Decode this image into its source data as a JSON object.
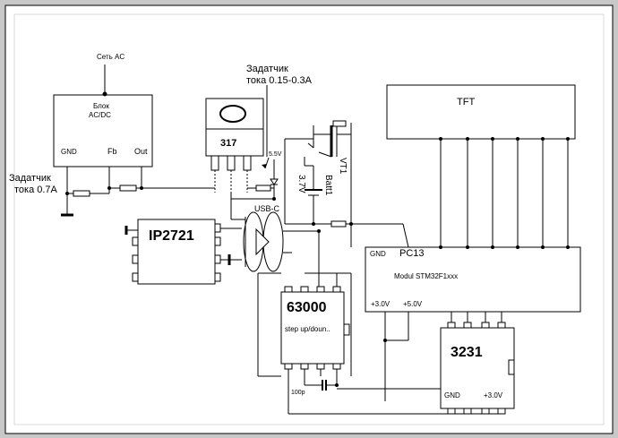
{
  "schematic": {
    "mains_label": "Сеть AC",
    "current_setter_top": [
      "Задатчик",
      "тока 0.15-0.3A"
    ],
    "current_setter_left": [
      "Задатчик",
      "тока 0.7A"
    ],
    "acdc_block": {
      "title": [
        "Блок",
        "AC/DC"
      ],
      "pin_gnd": "GND",
      "pin_fb": "Fb",
      "pin_out": "Out"
    },
    "regulator": {
      "label": "317"
    },
    "zener_voltage": "5.5V",
    "transistor": {
      "label": "VT1"
    },
    "battery": {
      "voltage": "3.7V",
      "label": "Batt1"
    },
    "usb_label": "USB-C",
    "charger_ic": {
      "label": "IP2721"
    },
    "tft": {
      "label": "TFT"
    },
    "mcu": {
      "label": "Modul STM32F1xxx",
      "pin_gnd": "GND",
      "pin_pc13": "PC13",
      "pin_3v": "+3.0V",
      "pin_5v": "+5.0V"
    },
    "converter": {
      "label": "63000",
      "sublabel": "step up/doun.."
    },
    "rtc": {
      "label": "3231",
      "pin_gnd": "GND",
      "pin_3v": "+3.0V"
    },
    "capacitor_label": "100p"
  }
}
